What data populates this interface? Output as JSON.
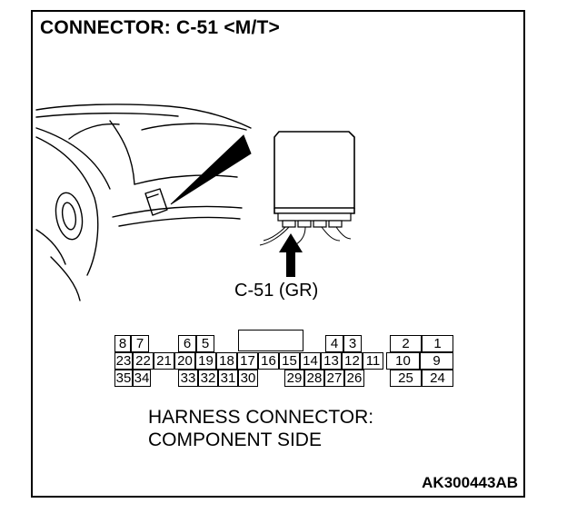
{
  "title": "CONNECTOR: C-51 <M/T>",
  "connector_label": "C-51 (GR)",
  "caption": {
    "line1": "HARNESS CONNECTOR:",
    "line2": "COMPONENT SIDE"
  },
  "figure_id": "AK300443AB",
  "pins": {
    "row1": [
      {
        "label": "8"
      },
      {
        "label": "7"
      },
      {
        "label": "6"
      },
      {
        "label": "5"
      },
      {
        "label": "4"
      },
      {
        "label": "3"
      },
      {
        "label": "2"
      },
      {
        "label": "1"
      }
    ],
    "row2": [
      {
        "label": "23"
      },
      {
        "label": "22"
      },
      {
        "label": "21"
      },
      {
        "label": "20"
      },
      {
        "label": "19"
      },
      {
        "label": "18"
      },
      {
        "label": "17"
      },
      {
        "label": "16"
      },
      {
        "label": "15"
      },
      {
        "label": "14"
      },
      {
        "label": "13"
      },
      {
        "label": "12"
      },
      {
        "label": "11"
      },
      {
        "label": "10"
      },
      {
        "label": "9"
      }
    ],
    "row3": [
      {
        "label": "35"
      },
      {
        "label": "34"
      },
      {
        "label": "33"
      },
      {
        "label": "32"
      },
      {
        "label": "31"
      },
      {
        "label": "30"
      },
      {
        "label": "29"
      },
      {
        "label": "28"
      },
      {
        "label": "27"
      },
      {
        "label": "26"
      },
      {
        "label": "25"
      },
      {
        "label": "24"
      }
    ]
  }
}
